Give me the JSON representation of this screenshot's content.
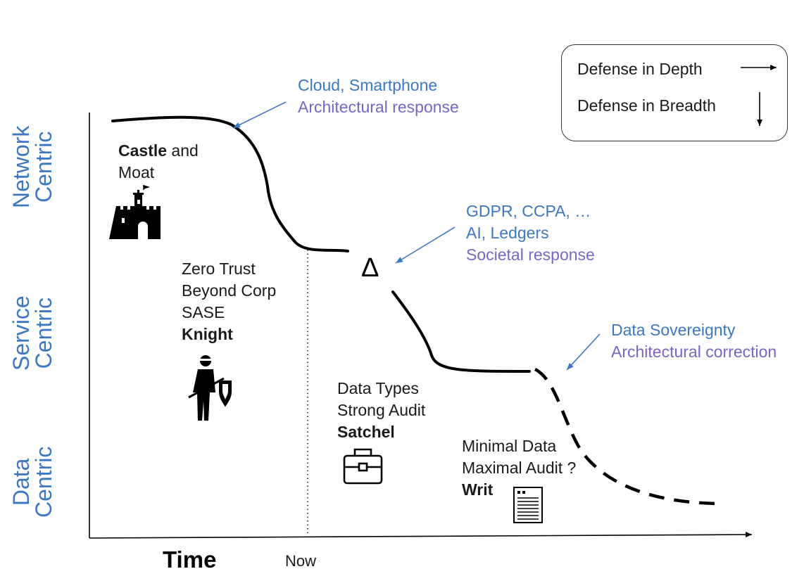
{
  "axes": {
    "y_labels": [
      {
        "line1": "Network",
        "line2": "Centric"
      },
      {
        "line1": "Service",
        "line2": "Centric"
      },
      {
        "line1": "Data",
        "line2": "Centric"
      }
    ],
    "x_label": "Time",
    "now_label": "Now"
  },
  "legend": {
    "depth": "Defense in Depth",
    "breadth": "Defense in Breadth"
  },
  "annotations": {
    "cloud": {
      "line1": "Cloud, Smartphone",
      "line2": "Architectural response"
    },
    "gdpr": {
      "line1": "GDPR, CCPA, …",
      "line2": "AI, Ledgers",
      "line3": "Societal response"
    },
    "sovereignty": {
      "line1": "Data Sovereignty",
      "line2": "Architectural correction"
    }
  },
  "eras": {
    "castle": {
      "bold": "Castle",
      "rest": " and",
      "line2": "Moat"
    },
    "zero_trust": {
      "line1": "Zero Trust",
      "line2": "Beyond Corp",
      "line3": "SASE",
      "bold": "Knight"
    },
    "data_types": {
      "line1": "Data Types",
      "line2": "Strong Audit",
      "bold": "Satchel"
    },
    "minimal": {
      "line1": "Minimal Data",
      "line2": "Maximal Audit ?",
      "bold": "Writ"
    }
  },
  "delta_symbol": "Δ",
  "colors": {
    "ink": "#000000",
    "blue": "#3b78c3",
    "purple": "#7a64c8"
  },
  "icons": [
    "castle-icon",
    "knight-icon",
    "satchel-icon",
    "writ-icon"
  ]
}
